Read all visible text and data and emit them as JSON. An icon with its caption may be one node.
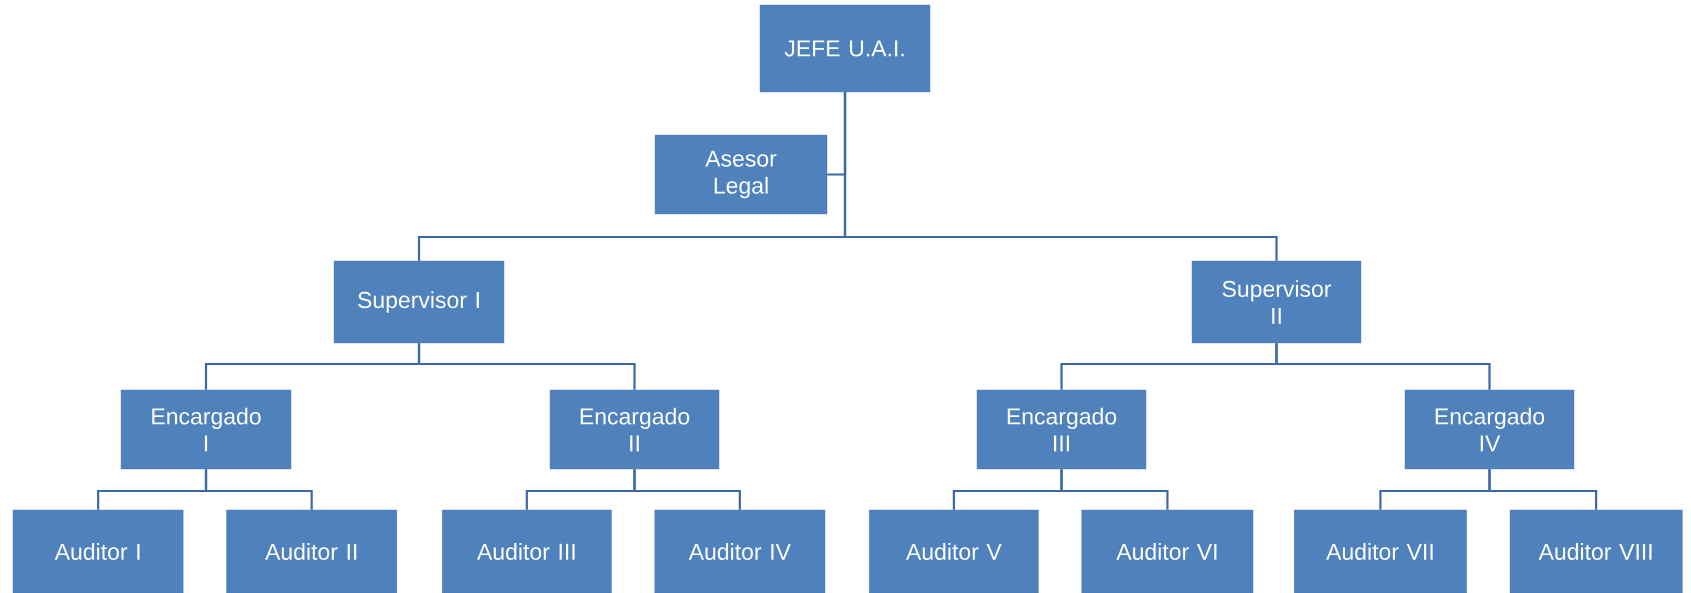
{
  "diagram": {
    "nodes": [
      {
        "text": [
          "JEFE U.A.I."
        ]
      },
      {
        "text": [
          "Asesor Legal"
        ]
      },
      {
        "text": [
          "Supervisor I"
        ]
      },
      {
        "text": [
          "Supervisor II"
        ]
      },
      {
        "text": [
          "Encargado I"
        ]
      },
      {
        "text": [
          "Encargado II"
        ]
      },
      {
        "text": [
          "Encargado III"
        ]
      },
      {
        "text": [
          "Encargado IV"
        ]
      },
      {
        "text": [
          "Auditor I"
        ]
      },
      {
        "text": [
          "Auditor II"
        ]
      },
      {
        "text": [
          "Auditor III"
        ]
      },
      {
        "text": [
          "Auditor IV"
        ]
      },
      {
        "text": [
          "Auditor V"
        ]
      },
      {
        "text": [
          "Auditor VI"
        ]
      },
      {
        "text": [
          "Auditor VII"
        ]
      },
      {
        "text": [
          "Auditor VIII"
        ]
      }
    ],
    "edges": [
      {
        "from": 0,
        "to": 1,
        "arrow": "none"
      },
      {
        "from": 0,
        "to": 2,
        "arrow": "none"
      },
      {
        "from": 0,
        "to": 3,
        "arrow": "none"
      },
      {
        "from": 2,
        "to": 4,
        "arrow": "none"
      },
      {
        "from": 2,
        "to": 5,
        "arrow": "none"
      },
      {
        "from": 3,
        "to": 6,
        "arrow": "none"
      },
      {
        "from": 3,
        "to": 7,
        "arrow": "none"
      },
      {
        "from": 4,
        "to": 8,
        "arrow": "none"
      },
      {
        "from": 4,
        "to": 9,
        "arrow": "none"
      },
      {
        "from": 5,
        "to": 10,
        "arrow": "none"
      },
      {
        "from": 5,
        "to": 11,
        "arrow": "none"
      },
      {
        "from": 6,
        "to": 12,
        "arrow": "none"
      },
      {
        "from": 6,
        "to": 13,
        "arrow": "none"
      },
      {
        "from": 7,
        "to": 14,
        "arrow": "none"
      },
      {
        "from": 7,
        "to": 15,
        "arrow": "none"
      }
    ]
  }
}
